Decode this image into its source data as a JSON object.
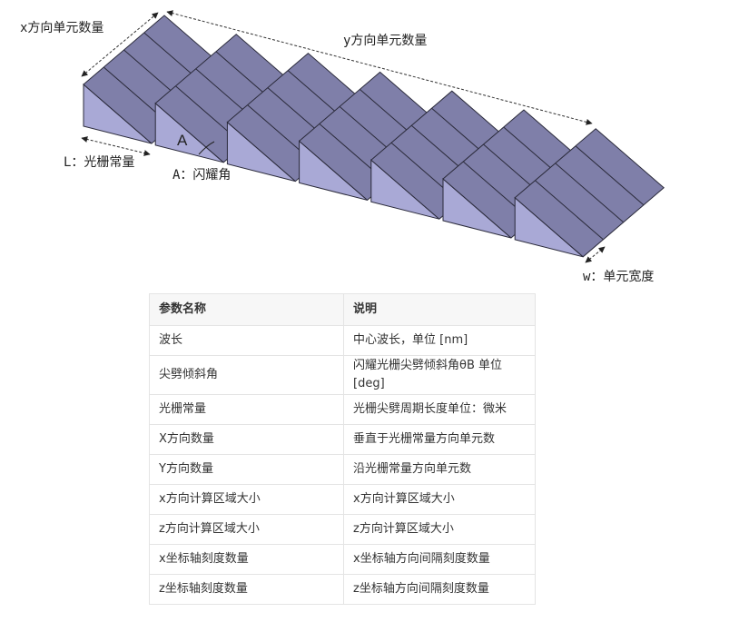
{
  "figure": {
    "labels": {
      "x_count": "x方向单元数量",
      "y_count": "y方向单元数量",
      "grating_constant": "L：光栅常量",
      "angle_symbol": "A",
      "blaze_angle": "A：闪耀角",
      "unit_width": "w：单元宽度"
    },
    "colors": {
      "facet": "#7f7fa9",
      "side": "#a9a9d6",
      "edge": "#2a2a3a"
    }
  },
  "table": {
    "headers": [
      "参数名称",
      "说明"
    ],
    "rows": [
      [
        "波长",
        "中心波长，单位 [nm]"
      ],
      [
        "尖劈倾斜角",
        "闪耀光栅尖劈倾斜角θB 单位 [deg]"
      ],
      [
        "光栅常量",
        "光栅尖劈周期长度单位：微米"
      ],
      [
        "X方向数量",
        "垂直于光栅常量方向单元数"
      ],
      [
        "Y方向数量",
        "沿光栅常量方向单元数"
      ],
      [
        "x方向计算区域大小",
        "x方向计算区域大小"
      ],
      [
        "z方向计算区域大小",
        "z方向计算区域大小"
      ],
      [
        "x坐标轴刻度数量",
        "x坐标轴方向间隔刻度数量"
      ],
      [
        "z坐标轴刻度数量",
        "z坐标轴方向间隔刻度数量"
      ]
    ]
  }
}
